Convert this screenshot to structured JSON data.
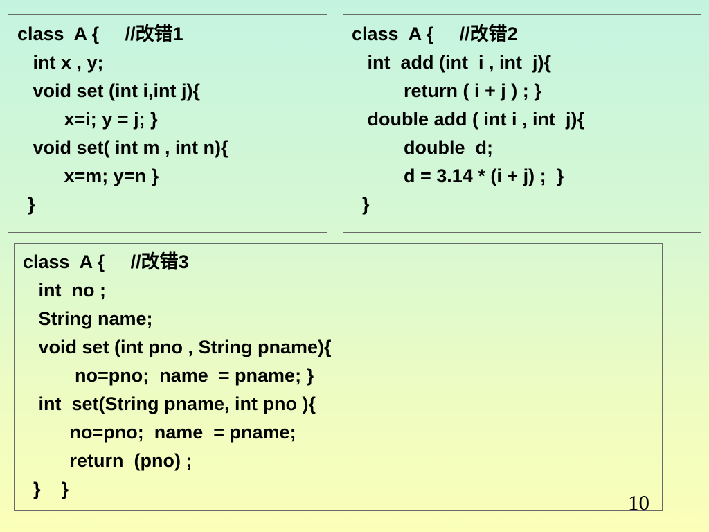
{
  "boxes": [
    {
      "lines": [
        "class  A {     //改错1",
        "   int x , y;",
        "   void set (int i,int j){",
        "         x=i; y = j; }",
        "   void set( int m , int n){",
        "         x=m; y=n }",
        "  }"
      ]
    },
    {
      "lines": [
        "class  A {     //改错2",
        "   int  add (int  i , int  j){",
        "          return ( i + j ) ; }",
        "   double add ( int i , int  j){",
        "          double  d;",
        "          d = 3.14 * (i + j) ;  }",
        "  }"
      ]
    },
    {
      "lines": [
        "class  A {     //改错3",
        "   int  no ;",
        "   String name;",
        "   void set (int pno , String pname){",
        "          no=pno;  name  = pname; }",
        "   int  set(String pname, int pno ){",
        "         no=pno;  name  = pname;",
        "         return  (pno) ;",
        "  }    }"
      ]
    }
  ],
  "page_number": "10"
}
